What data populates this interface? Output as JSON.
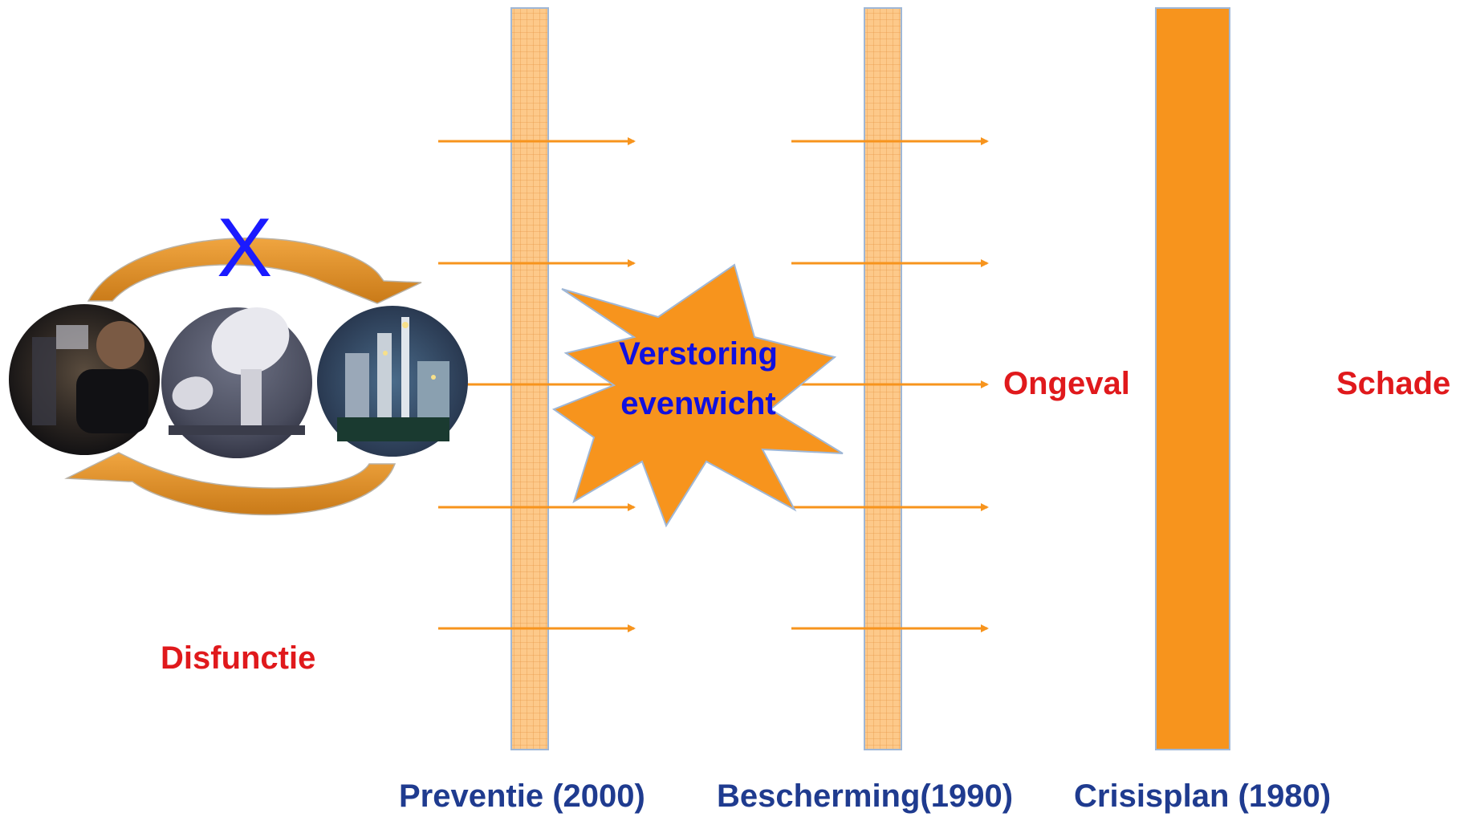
{
  "colors": {
    "orange": "#f7941d",
    "barLight": "#fdc98a",
    "barBorder": "#9fb7d6",
    "labelRed": "#e0191c",
    "labelBlue": "#1f3b8f",
    "starText": "#1010e0",
    "xmark": "#1a1aff"
  },
  "cycle": {
    "x_mark": "X",
    "photos": [
      {
        "icon": "technician-photo-icon"
      },
      {
        "icon": "satellite-dishes-photo-icon"
      },
      {
        "icon": "industrial-plant-photo-icon"
      }
    ],
    "label": "Disfunctie"
  },
  "burst": {
    "line1": "Verstoring",
    "line2": "evenwicht"
  },
  "outcomes": {
    "accident": "Ongeval",
    "damage": "Schade"
  },
  "barriers": [
    {
      "label": "Preventie (2000)",
      "style": "grid"
    },
    {
      "label": "Bescherming(1990)",
      "style": "grid"
    },
    {
      "label": "Crisisplan (1980)",
      "style": "solid"
    }
  ]
}
